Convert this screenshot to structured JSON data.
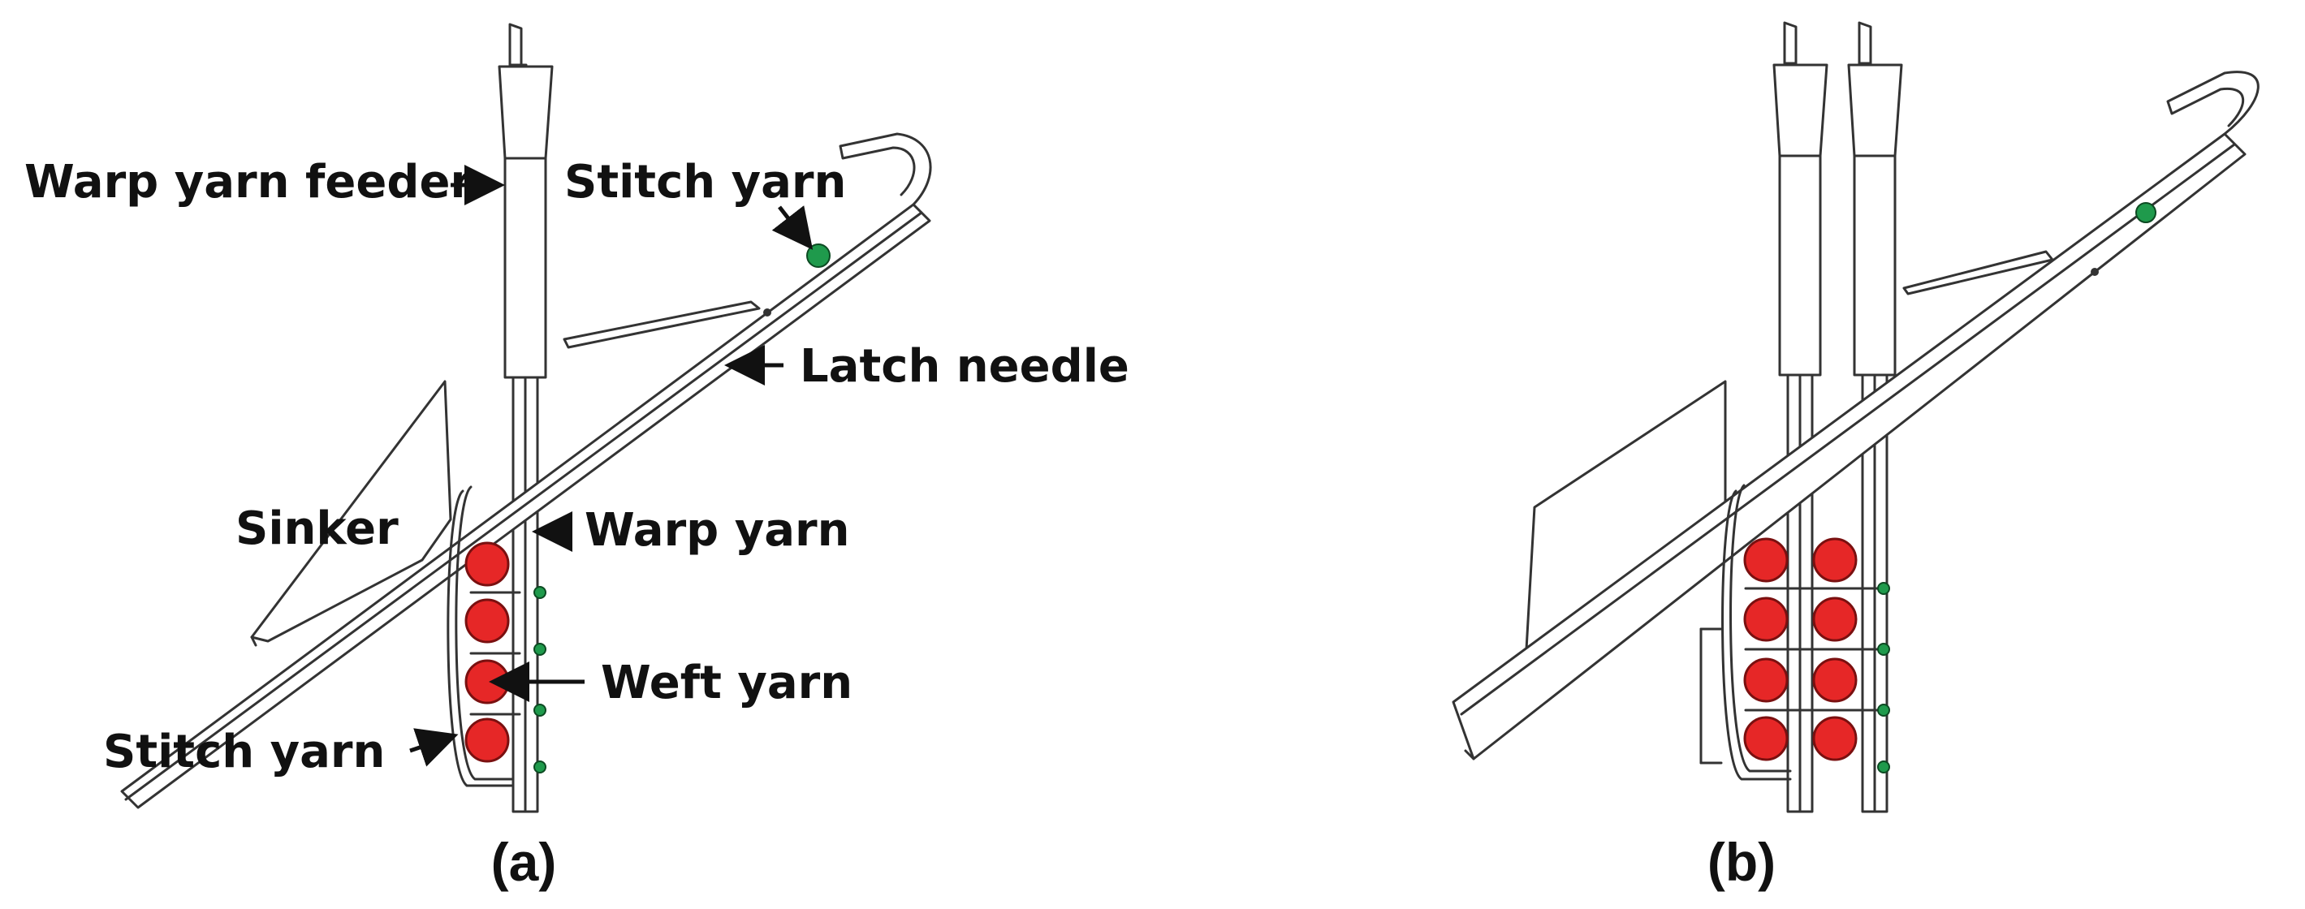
{
  "labels": {
    "warp_yarn_feeder": "Warp yarn feeder",
    "stitch_yarn_top": "Stitch yarn",
    "latch_needle": "Latch needle",
    "sinker": "Sinker",
    "warp_yarn": "Warp yarn",
    "weft_yarn": "Weft yarn",
    "stitch_yarn_bottom": "Stitch yarn"
  },
  "captions": {
    "a": "(a)",
    "b": "(b)"
  },
  "colors": {
    "weft_yarn": "#e62727",
    "stitch_yarn": "#1f9a4c",
    "outline": "#333333"
  }
}
